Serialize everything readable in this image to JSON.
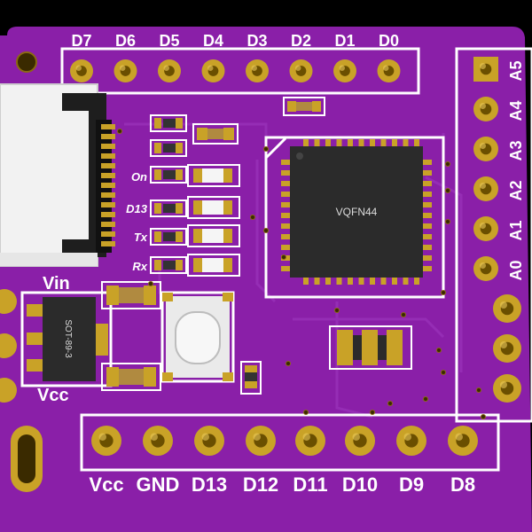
{
  "board": {
    "colors": {
      "pcb": "#8a1fa8",
      "pcb_dark": "#6e1487",
      "silkscreen": "#ffffff",
      "gold": "#c9a227",
      "chip": "#2b2b2b",
      "background": "#000000"
    },
    "top_header_labels": [
      "D7",
      "D6",
      "D5",
      "D4",
      "D3",
      "D2",
      "D1",
      "D0"
    ],
    "right_header_labels": [
      "A5",
      "A4",
      "A3",
      "A2",
      "A1",
      "A0"
    ],
    "bottom_header_labels": [
      "Vcc",
      "GND",
      "D13",
      "D12",
      "D11",
      "D10",
      "D9",
      "D8"
    ],
    "led_labels": [
      "On",
      "D13",
      "Tx",
      "Rx"
    ],
    "power_labels": {
      "vin": "Vin",
      "vcc": "Vcc"
    },
    "mcu_label": "VQFN44",
    "regulator_label": "SOT-89-3",
    "icons": [
      "usb-c-connector",
      "tactile-switch"
    ]
  }
}
